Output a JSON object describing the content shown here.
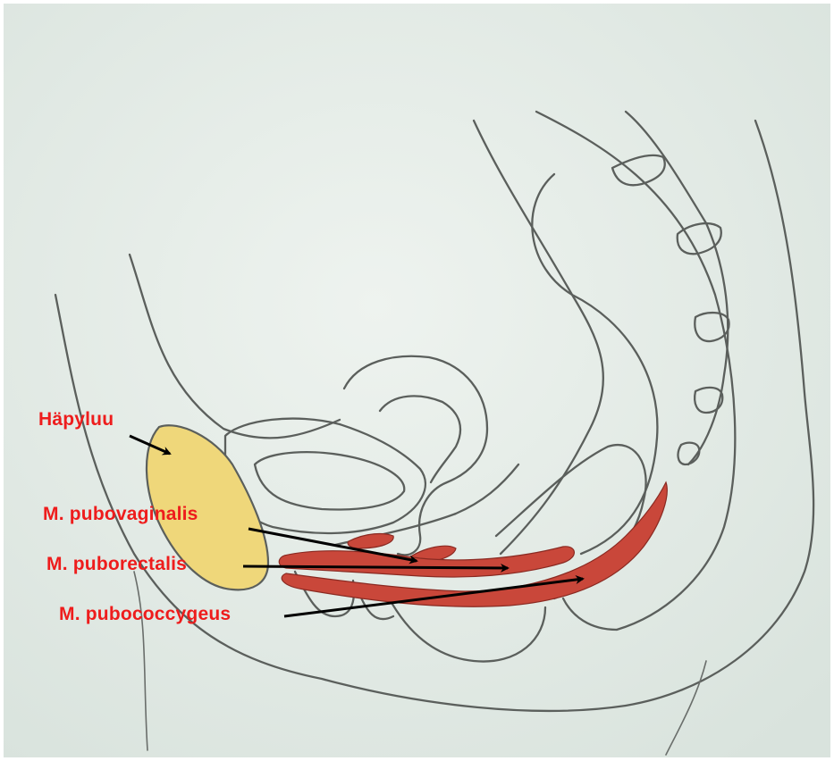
{
  "labels": {
    "pubic_bone": "Häpyluu",
    "pubovaginalis": "M. pubovaginalis",
    "puborectalis": "M. puborectalis",
    "pubococcygeus": "M. pubococcygeus"
  },
  "colors": {
    "label_text": "#ee1c1c",
    "bone_fill": "#efd77a",
    "muscle_fill": "#c9473a",
    "paper": "#e3ebe6",
    "pencil": "#5b5f5c",
    "arrow": "#000000"
  }
}
